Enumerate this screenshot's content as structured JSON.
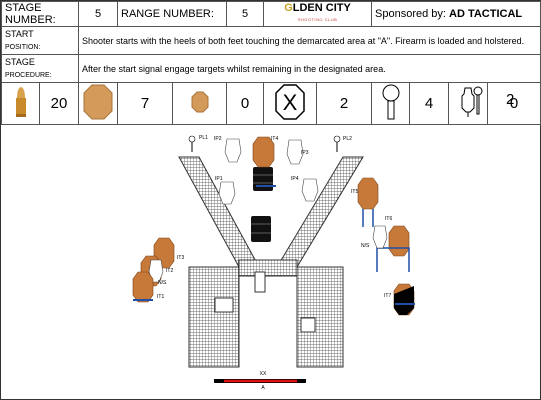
{
  "header": {
    "stage_number_label": "STAGE NUMBER:",
    "stage_number": "5",
    "range_number_label": "RANGE NUMBER:",
    "range_number": "5",
    "logo_text_1": "G",
    "logo_text_2": "LDEN CITY",
    "logo_sub": "SHOOTING CLUB",
    "sponsor_label": "Sponsored by:",
    "sponsor_name": "AD TACTICAL"
  },
  "start_position": {
    "label_1": "START",
    "label_2": "POSITION:",
    "text": "Shooter starts with the heels of both feet touching the demarcated area at \"A\". Firearm is loaded and holstered."
  },
  "stage_procedure": {
    "label_1": "STAGE",
    "label_2": "PROCEDURE:",
    "text": "After the start signal engage targets whilst remaining in the designated area."
  },
  "counts": [
    {
      "icon": "bullet-icon",
      "value": "20"
    },
    {
      "icon": "octagon-target-icon",
      "value": "7"
    },
    {
      "icon": "small-octagon-target-icon",
      "value": "0"
    },
    {
      "icon": "no-shoot-x-icon",
      "value": "2"
    },
    {
      "icon": "plate-target-icon",
      "value": "4"
    },
    {
      "icon": "white-ipsc-target-icon",
      "value": "0"
    },
    {
      "icon": "popper-target-icon",
      "value": "2"
    }
  ],
  "diagram": {
    "labels": {
      "pl1": "PL1",
      "pl2": "PL2",
      "ip1": "IP1",
      "ip2": "IP2",
      "ip3": "IP3",
      "ip4": "IP4",
      "it1": "IT1",
      "it2": "IT2",
      "it3": "IT3",
      "it4": "IT4",
      "it5": "IT5",
      "it6": "IT6",
      "it7": "IT7",
      "ns_left": "N/S",
      "ns_right": "N/S",
      "xx": "XX",
      "a": "A"
    },
    "colors": {
      "target": "#c7793a",
      "stand": "#1f4fa8",
      "fault_line": "#e01010",
      "barrel": "#111111"
    }
  }
}
